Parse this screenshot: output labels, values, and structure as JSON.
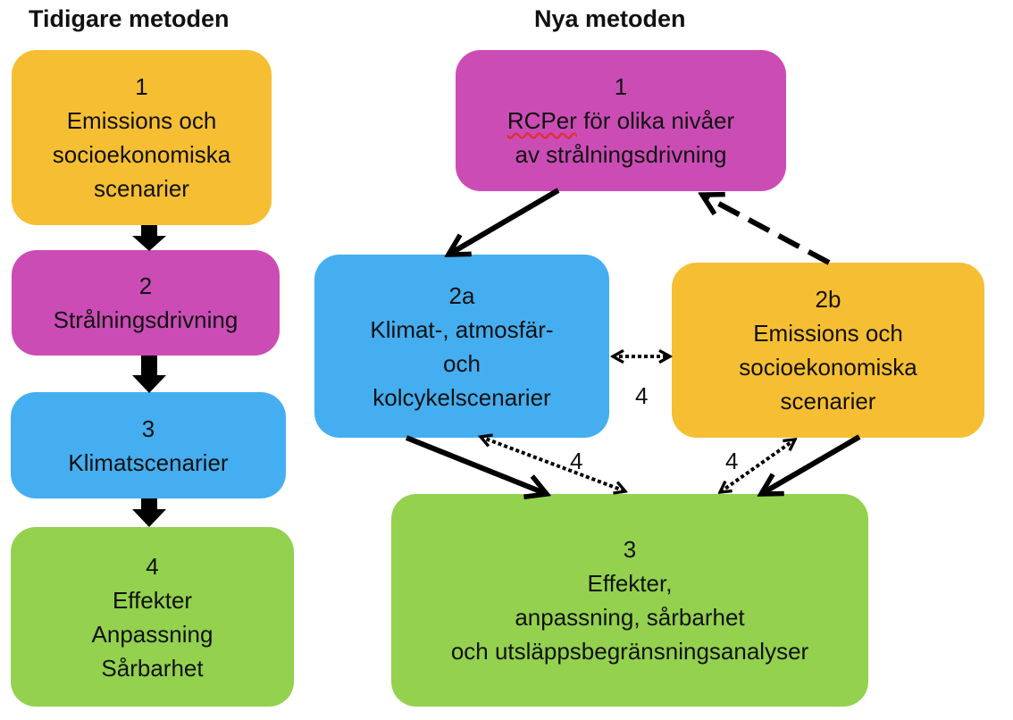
{
  "headings": {
    "old": "Tidigare metoden",
    "new": "Nya metoden"
  },
  "old_method": {
    "box1": {
      "num": "1",
      "lines": [
        "Emissions och",
        "socioekonomiska",
        "scenarier"
      ]
    },
    "box2": {
      "num": "2",
      "lines": [
        "Strålningsdrivning"
      ]
    },
    "box3": {
      "num": "3",
      "lines": [
        "Klimatscenarier"
      ]
    },
    "box4": {
      "num": "4",
      "lines": [
        "Effekter",
        "Anpassning",
        "Sårbarhet"
      ]
    }
  },
  "new_method": {
    "box1": {
      "num": "1",
      "lines": [
        "RCPer",
        " för olika nivåer",
        "av strålningsdrivning"
      ]
    },
    "box2a": {
      "num": "2a",
      "lines": [
        "Klimat-, atmosfär-",
        "och",
        "kolcykelscenarier"
      ]
    },
    "box2b": {
      "num": "2b",
      "lines": [
        "Emissions och",
        "socioekonomiska",
        "scenarier"
      ]
    },
    "box3": {
      "num": "3",
      "lines": [
        "Effekter,",
        "anpassning, sårbarhet",
        "och utsläppsbegränsningsanalyser"
      ]
    },
    "arrow_labels": [
      "4",
      "4",
      "4"
    ]
  },
  "colors": {
    "orange": "#F6BE32",
    "magenta": "#CC4CB6",
    "blue": "#45AEF0",
    "green": "#93D14F"
  }
}
